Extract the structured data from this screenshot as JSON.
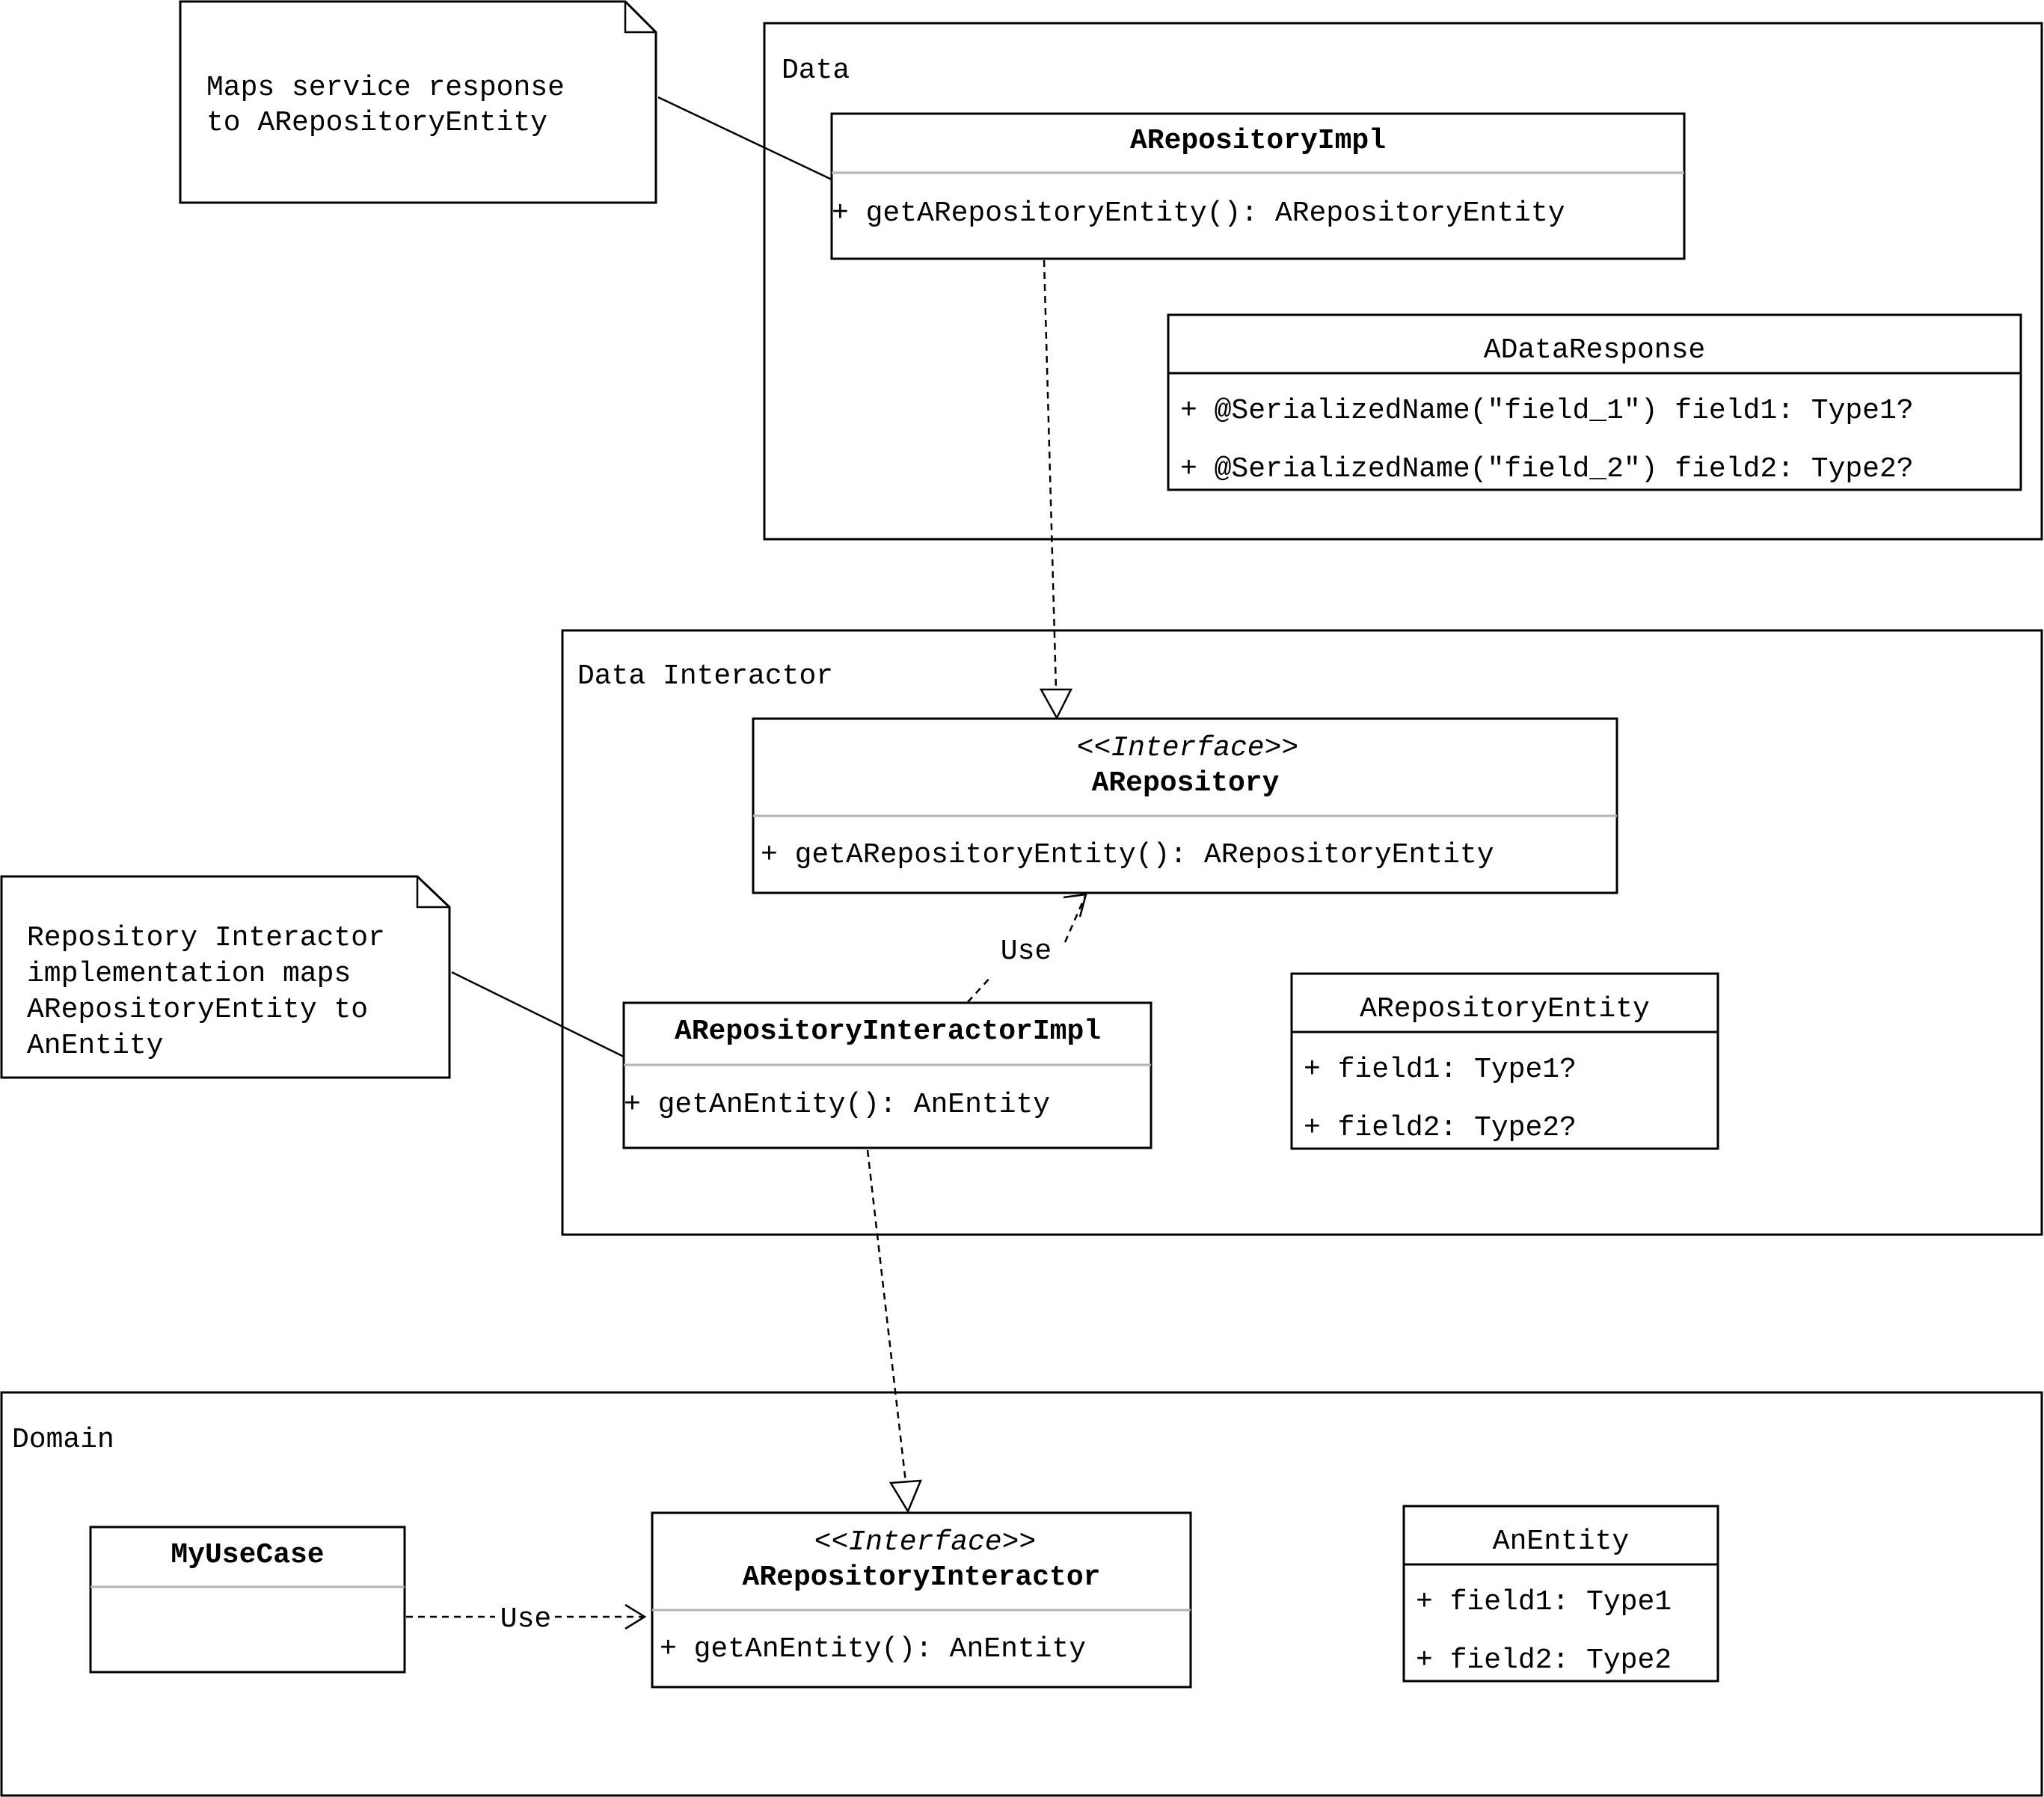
{
  "packages": {
    "data": "Data",
    "data_interactor": "Data Interactor",
    "domain": "Domain"
  },
  "classes": {
    "a_repository_impl": {
      "name": "ARepositoryImpl",
      "members": [
        "+ getARepositoryEntity(): ARepositoryEntity"
      ]
    },
    "a_data_response": {
      "name": "ADataResponse",
      "members": [
        "+ @SerializedName(\"field_1\") field1: Type1?",
        "+ @SerializedName(\"field_2\") field2: Type2?"
      ]
    },
    "a_repository": {
      "stereotype": "<<Interface>>",
      "name": "ARepository",
      "members": [
        "+ getARepositoryEntity(): ARepositoryEntity"
      ]
    },
    "a_repository_interactor_impl": {
      "name": "ARepositoryInteractorImpl",
      "members": [
        "+ getAnEntity(): AnEntity"
      ]
    },
    "a_repository_entity": {
      "name": "ARepositoryEntity",
      "members": [
        "+ field1: Type1?",
        "+ field2: Type2?"
      ]
    },
    "my_use_case": {
      "name": "MyUseCase",
      "members": []
    },
    "a_repository_interactor": {
      "stereotype": "<<Interface>>",
      "name": "ARepositoryInteractor",
      "members": [
        "+ getAnEntity(): AnEntity"
      ]
    },
    "an_entity": {
      "name": "AnEntity",
      "members": [
        "+ field1: Type1",
        "+ field2: Type2"
      ]
    }
  },
  "notes": {
    "maps_service": [
      "Maps service response",
      "to ARepositoryEntity"
    ],
    "repository_interactor": [
      "Repository Interactor",
      "implementation maps",
      "ARepositoryEntity to",
      "AnEntity"
    ]
  },
  "relations": {
    "use_label_1": "Use",
    "use_label_2": "Use"
  }
}
